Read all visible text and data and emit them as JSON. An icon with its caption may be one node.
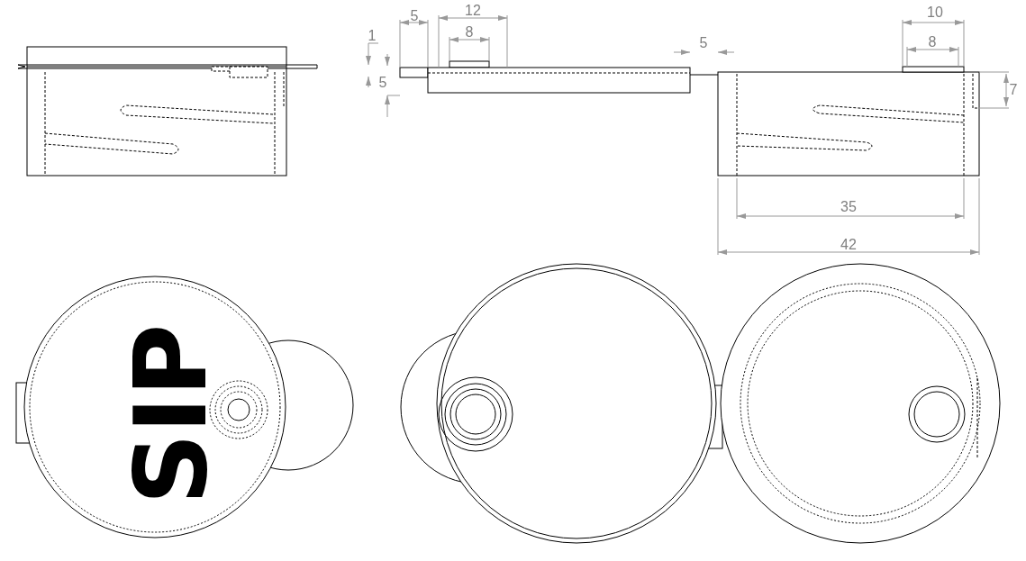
{
  "diagram": {
    "labels": [
      "5",
      "12",
      "8",
      "1",
      "5",
      "5",
      "10",
      "8",
      "7",
      "35",
      "42",
      "SIP"
    ]
  }
}
